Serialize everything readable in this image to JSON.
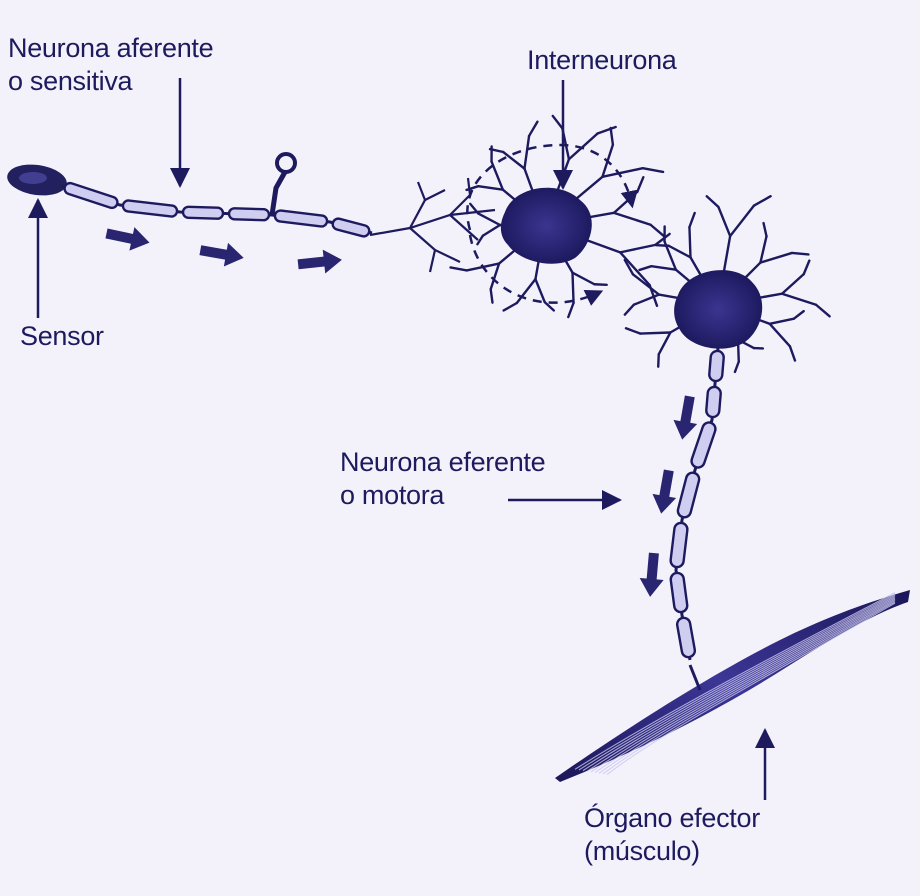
{
  "labels": {
    "afferent": {
      "line1": "Neurona aferente",
      "line2": "o sensitiva"
    },
    "sensor": "Sensor",
    "interneuron": "Interneurona",
    "efferent": {
      "line1": "Neurona eferente",
      "line2": "o motora"
    },
    "effector": {
      "line1": "Órgano efector",
      "line2": "(músculo)"
    }
  },
  "colors": {
    "background": "#f3f2fb",
    "ink": "#1d1a5e",
    "ink_soft": "#3a3690",
    "cell_body": "#2a2570",
    "myelin_fill": "#cfcdf0"
  }
}
